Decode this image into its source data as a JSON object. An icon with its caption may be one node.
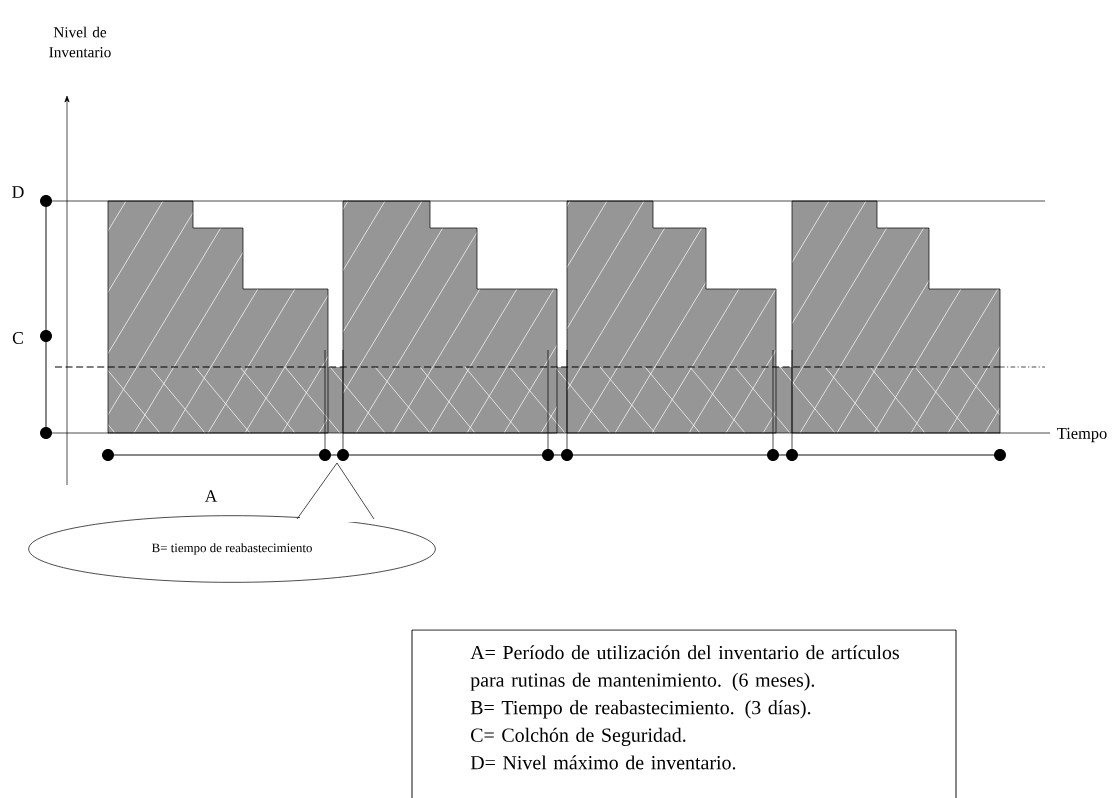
{
  "diagram": {
    "nodes": [
      {
        "text": [
          "B= tiempo de reabastecimiento"
        ]
      },
      {
        "text": [
          "A= Período de utilización del inventario de artículos para rutinas de mantenimiento. (6 meses).",
          "B= Tiempo de reabastecimiento. (3 días).",
          "C= Colchón de Seguridad.",
          "D= Nivel máximo de inventario."
        ]
      }
    ],
    "labels": [
      "Nivel de Inventario",
      "D",
      "C",
      "Tiempo",
      "A"
    ]
  }
}
